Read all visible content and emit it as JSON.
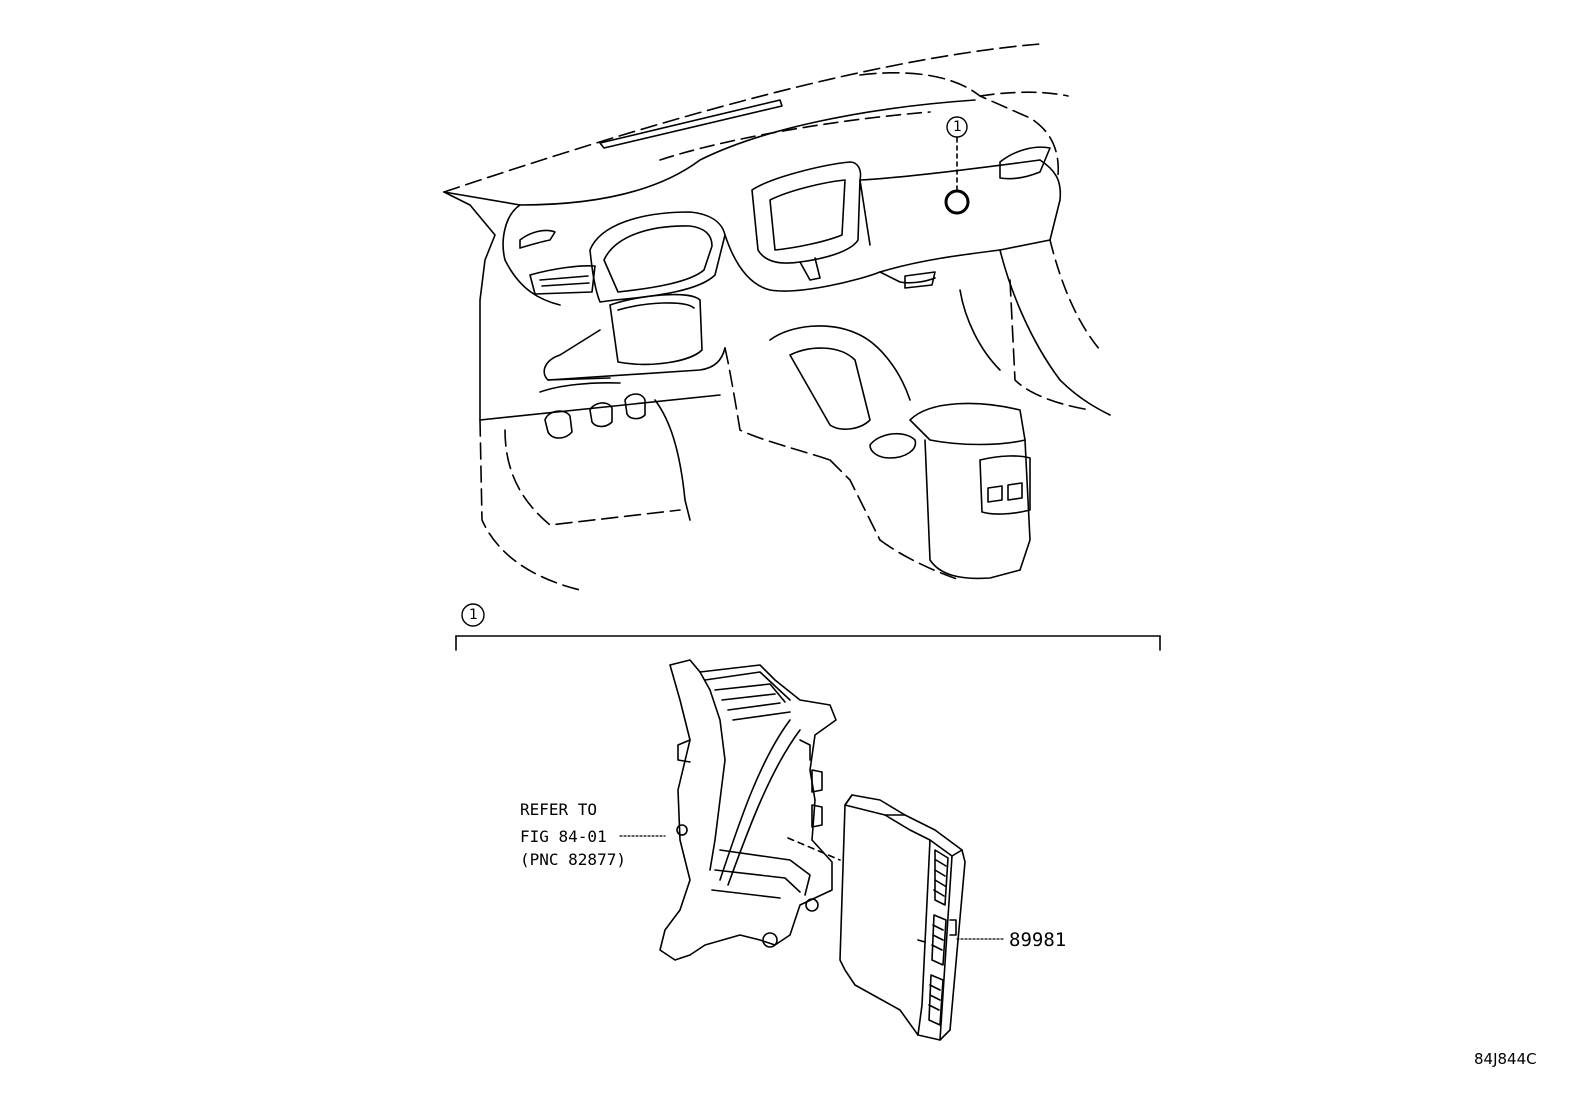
{
  "callouts": {
    "top": "1",
    "bottom": "1"
  },
  "refer_note": {
    "line1": "REFER TO",
    "line2": "FIG 84-01",
    "line3": "(PNC 82877)"
  },
  "part_number": "89981",
  "figure_id": "84J844C"
}
